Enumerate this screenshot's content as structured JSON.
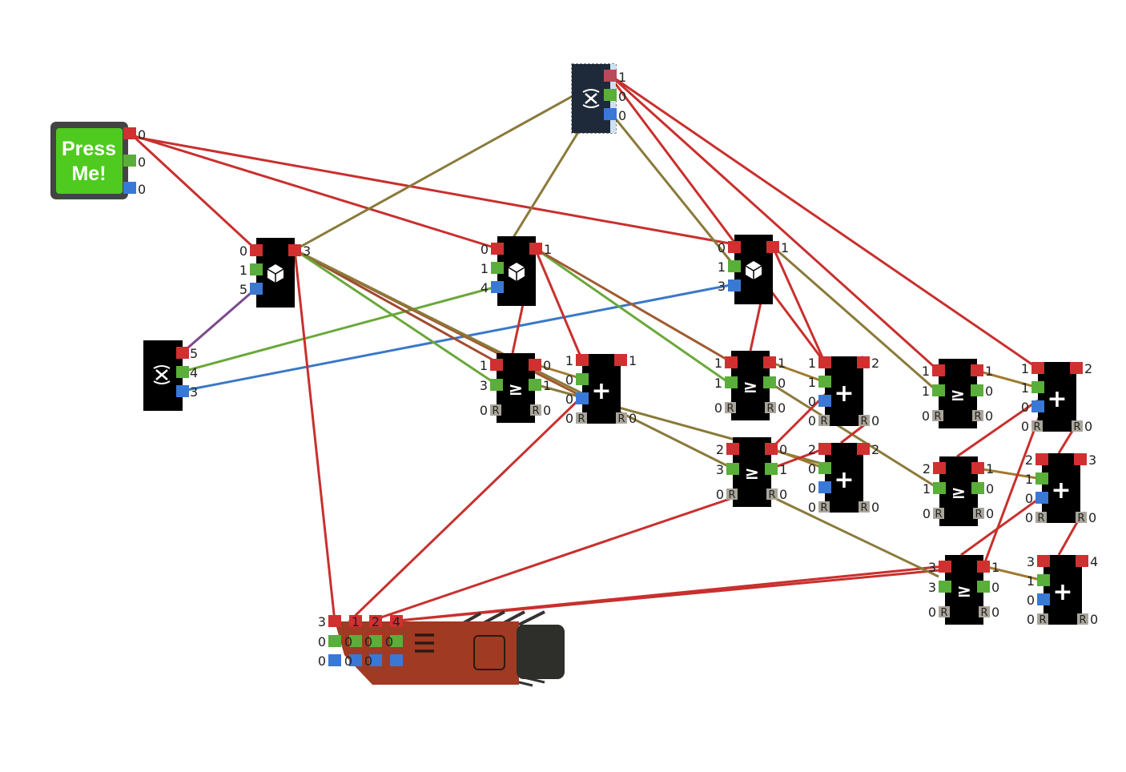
{
  "colors": {
    "red_port": "#d03030",
    "green_port": "#5aae3a",
    "blue_port": "#3a78d6",
    "reset_port": "#aaa59a",
    "chip_body": "#000000",
    "button_green": "#4ecb1e",
    "button_frame": "#444444",
    "wire_red": "#c8302e",
    "wire_green": "#6aa83a",
    "wire_blue": "#3a78c8",
    "wire_olive": "#8a7a3a",
    "robot_body": "#a03a22"
  },
  "button": {
    "label_line1": "Press",
    "label_line2": "Me!",
    "outputs": [
      "0",
      "0",
      "0"
    ]
  },
  "variables": [
    {
      "id": "var-top",
      "icon": "variable-x-icon",
      "outputs": [
        "1",
        "0",
        "0"
      ],
      "selected": true
    },
    {
      "id": "var-left",
      "icon": "variable-x-icon",
      "outputs": [
        "5",
        "4",
        "3"
      ],
      "selected": false
    }
  ],
  "randoms": [
    {
      "id": "rand-1",
      "icon": "dice-icon",
      "inputs": [
        "0",
        "1",
        "5"
      ],
      "output": "3"
    },
    {
      "id": "rand-2",
      "icon": "dice-icon",
      "inputs": [
        "0",
        "1",
        "4"
      ],
      "output": "1"
    },
    {
      "id": "rand-3",
      "icon": "dice-icon",
      "inputs": [
        "0",
        "1",
        "3"
      ],
      "output": "1"
    }
  ],
  "comparators": [
    {
      "id": "cmp-1",
      "symbol": "≥",
      "in_a": "1",
      "in_b": "3",
      "out_a": "0",
      "out_b": "1",
      "reset_in": "0",
      "reset_out": "0"
    },
    {
      "id": "cmp-2",
      "symbol": "≥",
      "in_a": "1",
      "in_b": "1",
      "out_a": "1",
      "out_b": "0",
      "reset_in": "0",
      "reset_out": "0"
    },
    {
      "id": "cmp-3",
      "symbol": "≥",
      "in_a": "2",
      "in_b": "3",
      "out_a": "0",
      "out_b": "1",
      "reset_in": "0",
      "reset_out": "0"
    },
    {
      "id": "cmp-4",
      "symbol": "≥",
      "in_a": "1",
      "in_b": "1",
      "out_a": "1",
      "out_b": "0",
      "reset_in": "0",
      "reset_out": "0"
    },
    {
      "id": "cmp-5",
      "symbol": "≥",
      "in_a": "2",
      "in_b": "1",
      "out_a": "1",
      "out_b": "0",
      "reset_in": "0",
      "reset_out": "0"
    },
    {
      "id": "cmp-6",
      "symbol": "≥",
      "in_a": "3",
      "in_b": "3",
      "out_a": "1",
      "out_b": "0",
      "reset_in": "0",
      "reset_out": "0"
    }
  ],
  "adders": [
    {
      "id": "add-1",
      "symbol": "+",
      "in_a": "1",
      "in_b": "0",
      "in_c": "0",
      "out": "1",
      "reset_in": "0",
      "reset_out": "0"
    },
    {
      "id": "add-2",
      "symbol": "+",
      "in_a": "1",
      "in_b": "1",
      "in_c": "0",
      "out": "2",
      "reset_in": "0",
      "reset_out": "0"
    },
    {
      "id": "add-3",
      "symbol": "+",
      "in_a": "2",
      "in_b": "0",
      "in_c": "0",
      "out": "2",
      "reset_in": "0",
      "reset_out": "0"
    },
    {
      "id": "add-4",
      "symbol": "+",
      "in_a": "1",
      "in_b": "1",
      "in_c": "0",
      "out": "2",
      "reset_in": "0",
      "reset_out": "0"
    },
    {
      "id": "add-5",
      "symbol": "+",
      "in_a": "2",
      "in_b": "1",
      "in_c": "0",
      "out": "3",
      "reset_in": "0",
      "reset_out": "0"
    },
    {
      "id": "add-6",
      "symbol": "+",
      "in_a": "3",
      "in_b": "1",
      "in_c": "0",
      "out": "4",
      "reset_in": "0",
      "reset_out": "0"
    }
  ],
  "robot": {
    "icon": "robot-icon",
    "red_inputs": [
      "3",
      "1",
      "2",
      "4"
    ],
    "green_inputs": [
      "0",
      "0",
      "0",
      "0"
    ],
    "blue_inputs": [
      "0",
      "0",
      "0"
    ]
  }
}
